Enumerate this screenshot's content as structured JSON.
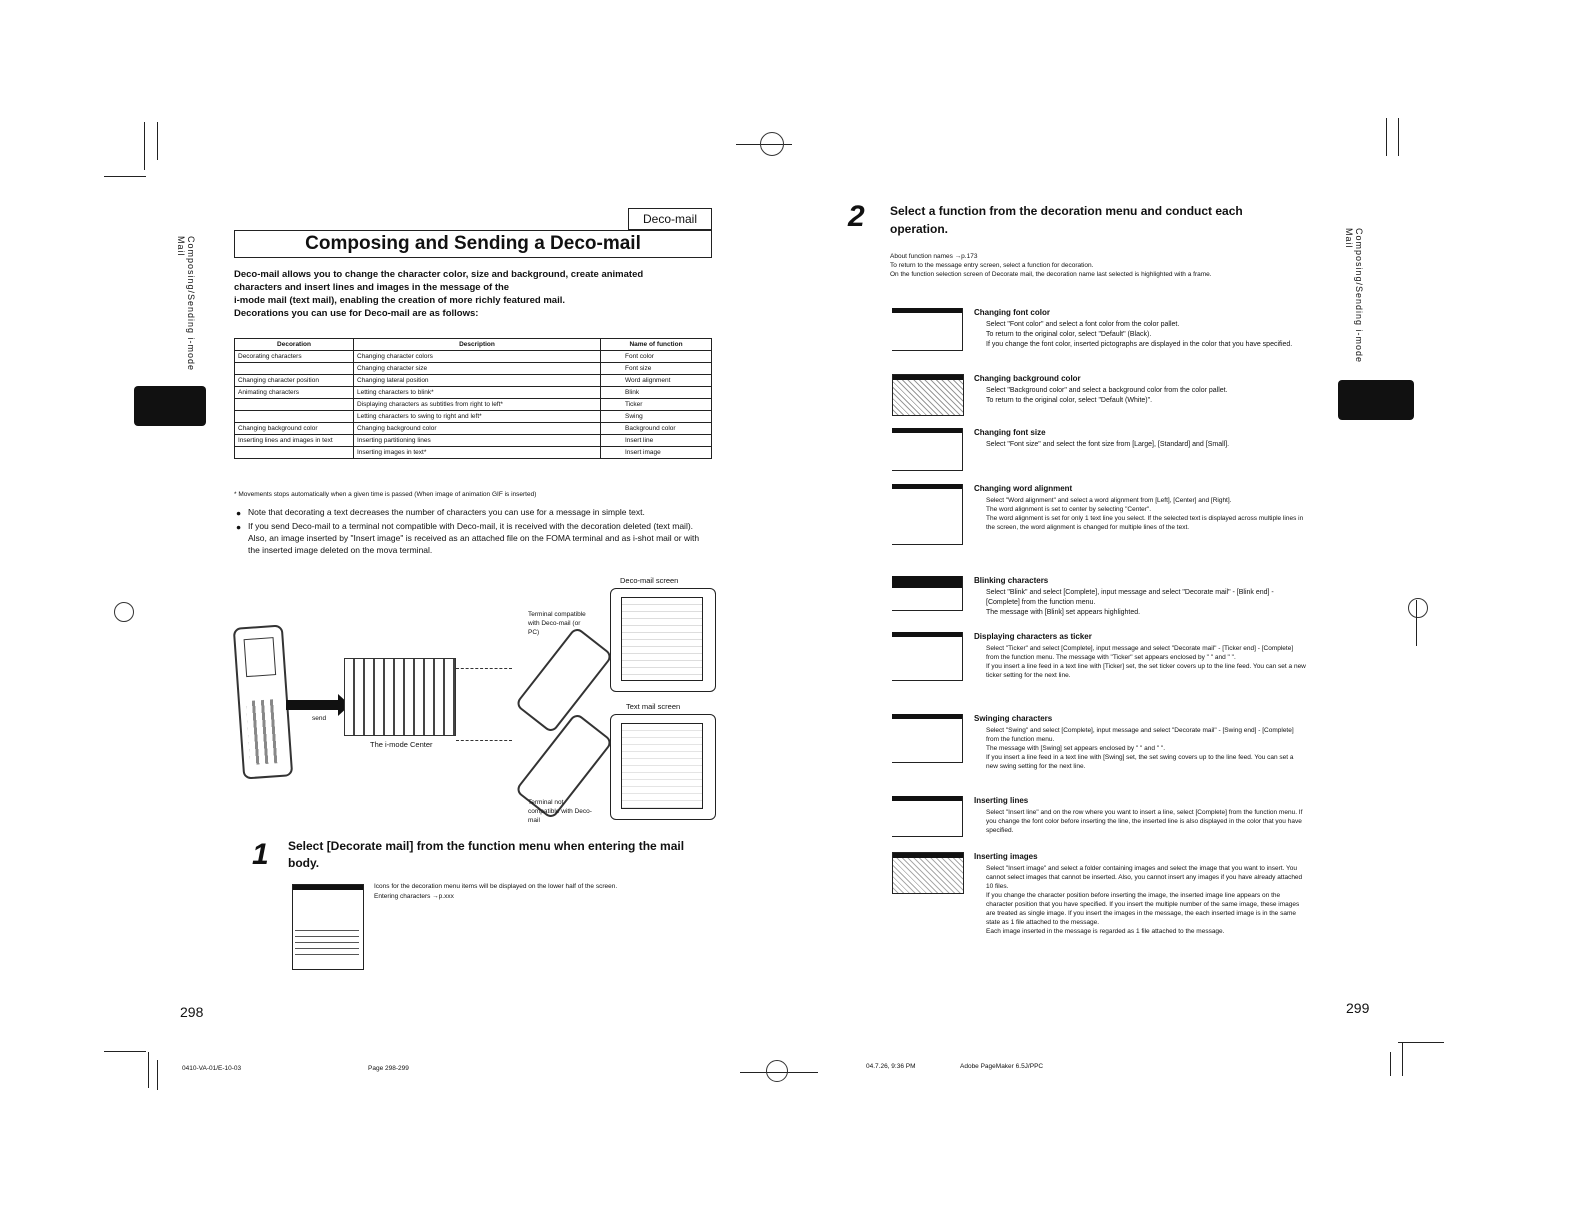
{
  "left_page": {
    "side_label": "Composing/Sending i-mode Mail",
    "tab": "Deco-mail",
    "title": "Composing and Sending a Deco-mail",
    "intro": [
      "Deco-mail allows you to change the character color, size and background, create animated",
      "characters and insert lines and images in the message of the",
      "i-mode mail (text mail), enabling the creation of more richly featured mail.",
      "Decorations you can use for Deco-mail are as follows:"
    ],
    "table": {
      "headers": [
        "Decoration",
        "Description",
        "Name of function"
      ],
      "rows": [
        [
          "Decorating characters",
          "Changing character colors",
          "Font color"
        ],
        [
          "",
          "Changing character size",
          "Font size"
        ],
        [
          "Changing character position",
          "Changing lateral position",
          "Word alignment"
        ],
        [
          "Animating characters",
          "Letting characters to blink*",
          "Blink"
        ],
        [
          "",
          "Displaying characters as subtitles from right to left*",
          "Ticker"
        ],
        [
          "",
          "Letting characters to swing to right and left*",
          "Swing"
        ],
        [
          "Changing background color",
          "Changing background color",
          "Background color"
        ],
        [
          "Inserting lines and images in text",
          "Inserting partitioning lines",
          "Insert line"
        ],
        [
          "",
          "Inserting images in text*",
          "Insert image"
        ]
      ],
      "footnote": "* Movements stops automatically when a given time is passed (When image of animation GIF is inserted)"
    },
    "notes": [
      "Note that decorating a text decreases the number of characters you can use for a message in simple text.",
      "If you send Deco-mail to a terminal not compatible with Deco-mail, it is received with the decoration deleted (text mail). Also, an image inserted by \"Insert image\" is received as an attached file on the FOMA terminal and as i-shot mail or with the inserted image deleted on the mova terminal."
    ],
    "figure": {
      "deco_screen_label": "Deco-mail screen",
      "text_screen_label": "Text mail screen",
      "center_label": "The i-mode Center",
      "compatible_label": "Terminal compatible with Deco-mail (or PC)",
      "incompatible_label": "Terminal not compatible with Deco-mail",
      "send_label": "send"
    },
    "step": {
      "number": "1",
      "text": "Select [Decorate mail] from the function menu when entering the mail body.",
      "note1": "Icons for the decoration menu items will be displayed on the lower half of the screen.",
      "note2": "Entering characters →p.xxx"
    },
    "page_number": "298",
    "footer_left": "0410-VA-01/E-10-03",
    "footer_mid": "Page 298-299"
  },
  "right_page": {
    "side_label": "Composing/Sending i-mode Mail",
    "step": {
      "number": "2",
      "text": "Select a function from the decoration menu and conduct each operation."
    },
    "notes": [
      "About function names →p.173",
      "To return to the message entry screen, select a function for decoration.",
      "On the function selection screen of Decorate mail, the decoration name last selected is highlighted with a frame."
    ],
    "functions": [
      {
        "title": "Changing font color",
        "lines": [
          "Select \"Font color\" and select a font color from the color pallet.",
          "To return to the original color, select \"Default\" (Black).",
          "If you change the font color, inserted pictographs are displayed in the color that you have specified."
        ]
      },
      {
        "title": "Changing background color",
        "lines": [
          "Select \"Background color\" and select a background color from the color pallet.",
          "To return to the original color, select \"Default (White)\"."
        ]
      },
      {
        "title": "Changing font size",
        "lines": [
          "Select \"Font size\" and select the font size from [Large], [Standard] and [Small]."
        ]
      },
      {
        "title": "Changing word alignment",
        "lines": [
          "Select \"Word alignment\" and select a word alignment from [Left], [Center] and [Right].",
          "The word alignment is set to center by selecting \"Center\".",
          "The word alignment is set for only 1 text line you select. If the selected text is displayed across multiple lines in the screen, the word alignment is changed for multiple lines of the text."
        ]
      },
      {
        "title": "Blinking characters",
        "lines": [
          "Select \"Blink\" and select [Complete], input message and select \"Decorate mail\" - [Blink end] - [Complete] from the function menu.",
          "The message with [Blink] set appears highlighted."
        ]
      },
      {
        "title": "Displaying characters as ticker",
        "lines": [
          "Select \"Ticker\" and select [Complete], input message and select \"Decorate mail\" - [Ticker end] - [Complete] from the function menu. The message with \"Ticker\" set appears enclosed by \" \" and \" \".",
          "If you insert a line feed in a text line with [Ticker] set, the set ticker covers up to the line feed. You can set a new ticker setting for the next line."
        ]
      },
      {
        "title": "Swinging characters",
        "lines": [
          "Select \"Swing\" and select [Complete], input message and select \"Decorate mail\" - [Swing end] - [Complete] from the function menu.",
          "The message with [Swing] set appears enclosed by \" \" and \" \".",
          "If you insert a line feed in a text line with [Swing] set, the set swing covers up to the line feed. You can set a new swing setting for the next line."
        ]
      },
      {
        "title": "Inserting lines",
        "lines": [
          "Select \"Insert line\" and on the row where you want to insert a line, select [Complete] from the function menu. If you change the font color before inserting the line, the inserted line is also displayed in the color that you have specified."
        ]
      },
      {
        "title": "Inserting images",
        "lines": [
          "Select \"Insert image\" and select a folder containing images and select the image that you want to insert. You cannot select images that cannot be inserted. Also, you cannot insert any images if you have already attached 10 files.",
          "If you change the character position before inserting the image, the inserted image line appears on the character position that you have specified. If you insert the multiple number of the same image, these images are treated as single image. If you insert the images in the message, the each inserted image is in the same state as 1 file attached to the message.",
          "Each image inserted in the message is regarded as 1 file attached to the message."
        ]
      }
    ],
    "page_number": "299",
    "footer_left": "04.7.26, 9:36 PM",
    "footer_mid": "Adobe PageMaker 6.5J/PPC"
  }
}
